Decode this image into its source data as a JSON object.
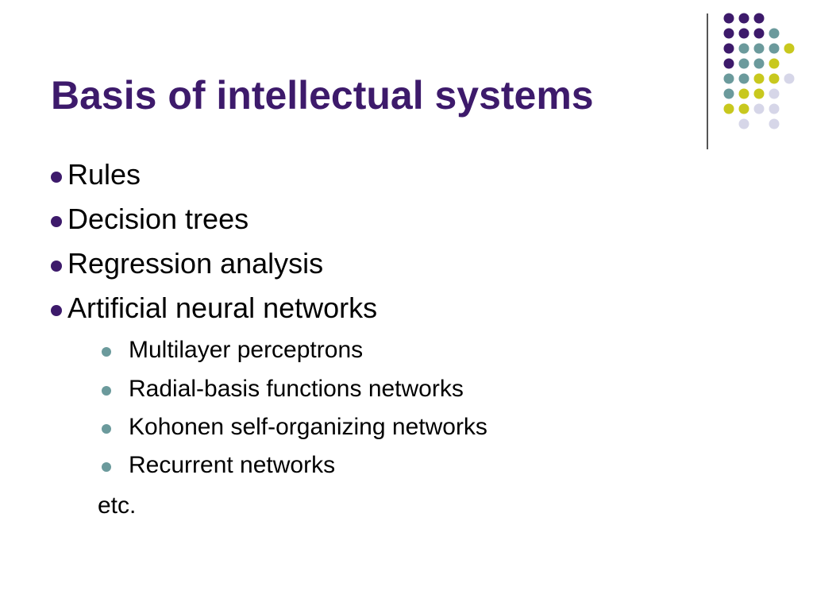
{
  "slide": {
    "title": "Basis of intellectual systems",
    "bullets": [
      "Rules",
      "Decision trees",
      "Regression analysis",
      "Artificial neural networks"
    ],
    "sub_bullets": [
      "Multilayer perceptrons",
      "Radial-basis functions networks",
      "Kohonen self-organizing networks",
      "Recurrent networks"
    ],
    "trailing_text": "etc."
  },
  "colors": {
    "title": "#3d1a6b",
    "bullet_primary": "#3d1a6b",
    "bullet_secondary": "#6b9a9c",
    "dot_purple": "#3d1a6b",
    "dot_teal": "#6b9a9c",
    "dot_yellow": "#c8c81e",
    "dot_lavender": "#d6d6e8"
  }
}
